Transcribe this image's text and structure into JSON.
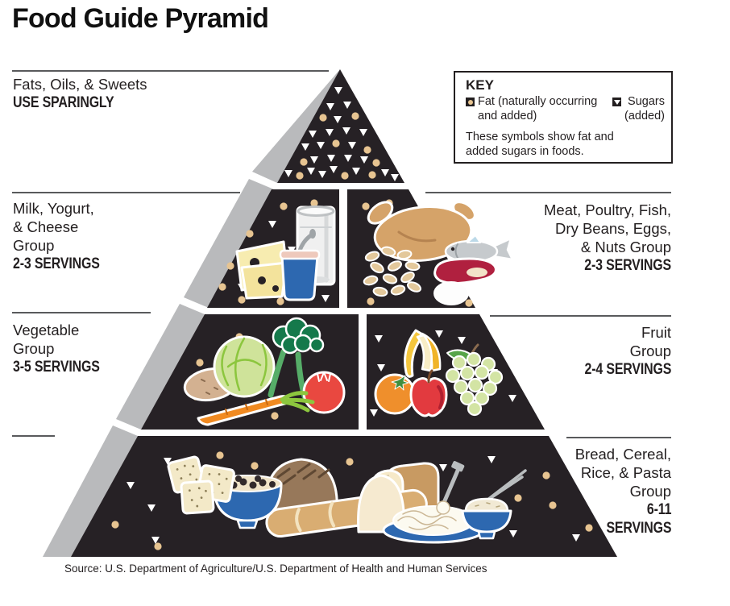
{
  "title": "Food Guide Pyramid",
  "source": "Source: U.S. Department of Agriculture/U.S. Department of Health and Human Services",
  "key": {
    "heading": "KEY",
    "fat": {
      "l1": "Fat (naturally occurring",
      "l2": "and added)"
    },
    "sugars": {
      "l1": "Sugars",
      "l2": "(added)"
    },
    "note": {
      "l1": "These symbols show fat and",
      "l2": "added sugars in foods."
    }
  },
  "labels": {
    "fats": {
      "l1": "Fats, Oils, & Sweets",
      "servings": "USE SPARINGLY"
    },
    "dairy": {
      "l1": "Milk, Yogurt,",
      "l2": "& Cheese",
      "l3": "Group",
      "servings": "2-3 SERVINGS"
    },
    "meat": {
      "l1": "Meat, Poultry, Fish,",
      "l2": "Dry Beans, Eggs,",
      "l3": "& Nuts Group",
      "servings": "2-3 SERVINGS"
    },
    "vegetable": {
      "l1": "Vegetable",
      "l2": "Group",
      "servings": "3-5 SERVINGS"
    },
    "fruit": {
      "l1": "Fruit",
      "l2": "Group",
      "servings": "2-4 SERVINGS"
    },
    "bread": {
      "l1": "Bread, Cereal,",
      "l2": "Rice, & Pasta",
      "l3": "Group",
      "servings_l1": "6-11",
      "servings_l2": "SERVINGS"
    }
  },
  "colors": {
    "pyramid_front": "#262125",
    "pyramid_side": "#b9babc",
    "fat_symbol": "#e7c491",
    "sugar_symbol": "#ffffff",
    "accent_blue": "#2d68b0",
    "rule_gray": "#595a5c",
    "text": "#231f20"
  }
}
